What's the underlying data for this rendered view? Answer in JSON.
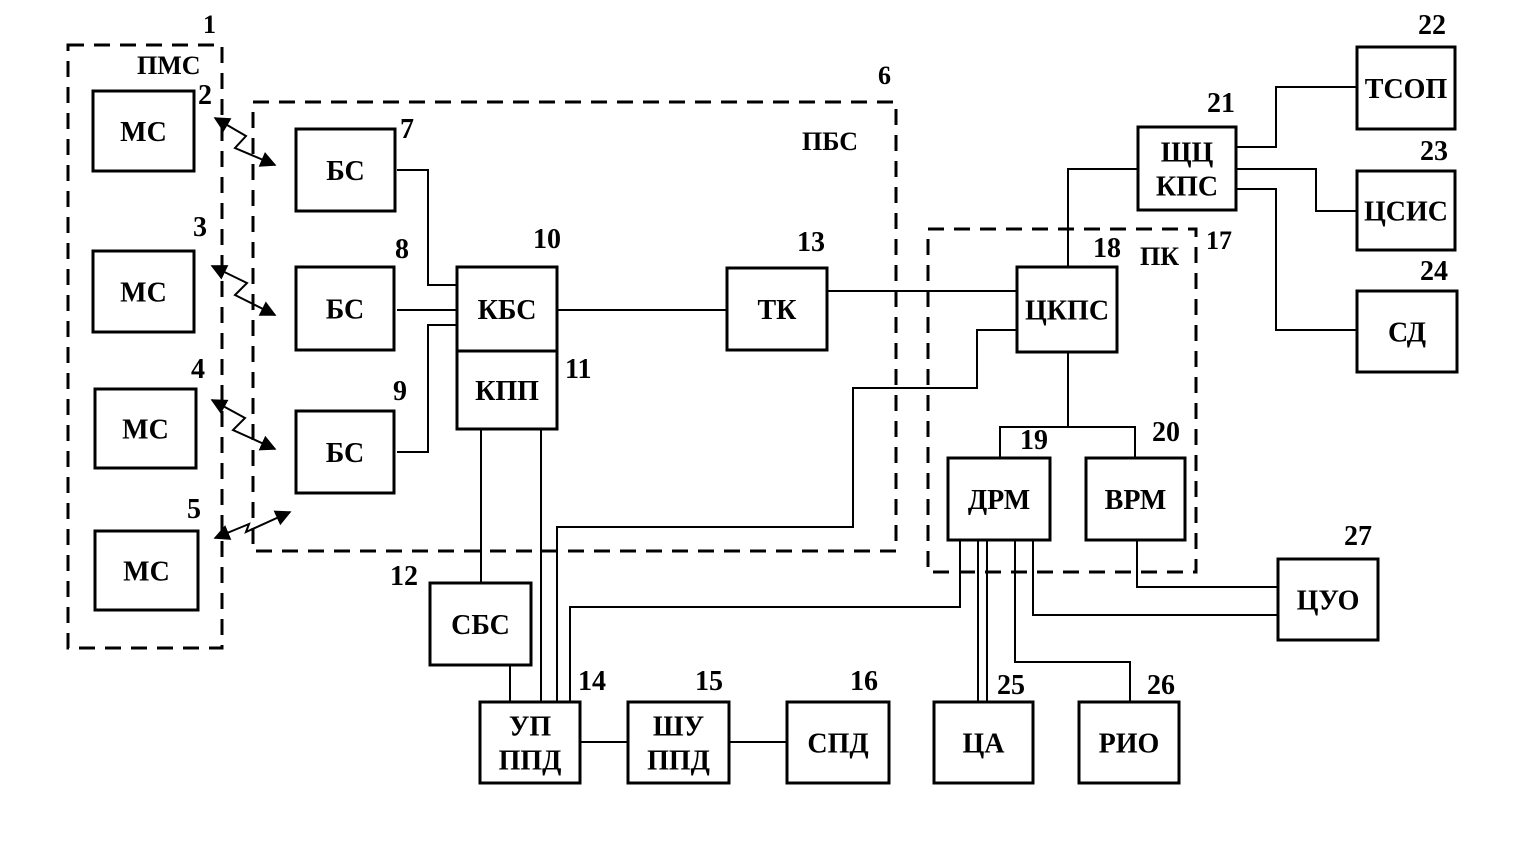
{
  "groups": {
    "pms": {
      "label": "ПМС",
      "num": "1"
    },
    "pbs": {
      "label": "ПБС",
      "num": "6"
    },
    "pk": {
      "label": "ПК",
      "num": "17"
    }
  },
  "blocks": {
    "ms2": {
      "lines": [
        "МС"
      ],
      "num": "2"
    },
    "ms3": {
      "lines": [
        "МС"
      ],
      "num": "3"
    },
    "ms4": {
      "lines": [
        "МС"
      ],
      "num": "4"
    },
    "ms5": {
      "lines": [
        "МС"
      ],
      "num": "5"
    },
    "bs7": {
      "lines": [
        "БС"
      ],
      "num": "7"
    },
    "bs8": {
      "lines": [
        "БС"
      ],
      "num": "8"
    },
    "bs9": {
      "lines": [
        "БС"
      ],
      "num": "9"
    },
    "kbs": {
      "lines": [
        "КБС"
      ],
      "num": "10"
    },
    "kpp": {
      "lines": [
        "КПП"
      ],
      "num": "11"
    },
    "sbs": {
      "lines": [
        "СБС"
      ],
      "num": "12"
    },
    "tk": {
      "lines": [
        "ТК"
      ],
      "num": "13"
    },
    "upppd": {
      "lines": [
        "УП",
        "ППД"
      ],
      "num": "14"
    },
    "shuppd": {
      "lines": [
        "ШУ",
        "ППД"
      ],
      "num": "15"
    },
    "spd": {
      "lines": [
        "СПД"
      ],
      "num": "16"
    },
    "tskps": {
      "lines": [
        "ЦКПС"
      ],
      "num": "18"
    },
    "drm": {
      "lines": [
        "ДРМ"
      ],
      "num": "19"
    },
    "vrm": {
      "lines": [
        "ВРМ"
      ],
      "num": "20"
    },
    "shch": {
      "lines": [
        "ЩЦ",
        "КПС"
      ],
      "num": "21"
    },
    "tsop": {
      "lines": [
        "ТСОП"
      ],
      "num": "22"
    },
    "tsis": {
      "lines": [
        "ЦСИС"
      ],
      "num": "23"
    },
    "sd": {
      "lines": [
        "СД"
      ],
      "num": "24"
    },
    "tsa": {
      "lines": [
        "ЦА"
      ],
      "num": "25"
    },
    "rio": {
      "lines": [
        "РИО"
      ],
      "num": "26"
    },
    "tsuo": {
      "lines": [
        "ЦУО"
      ],
      "num": "27"
    }
  }
}
